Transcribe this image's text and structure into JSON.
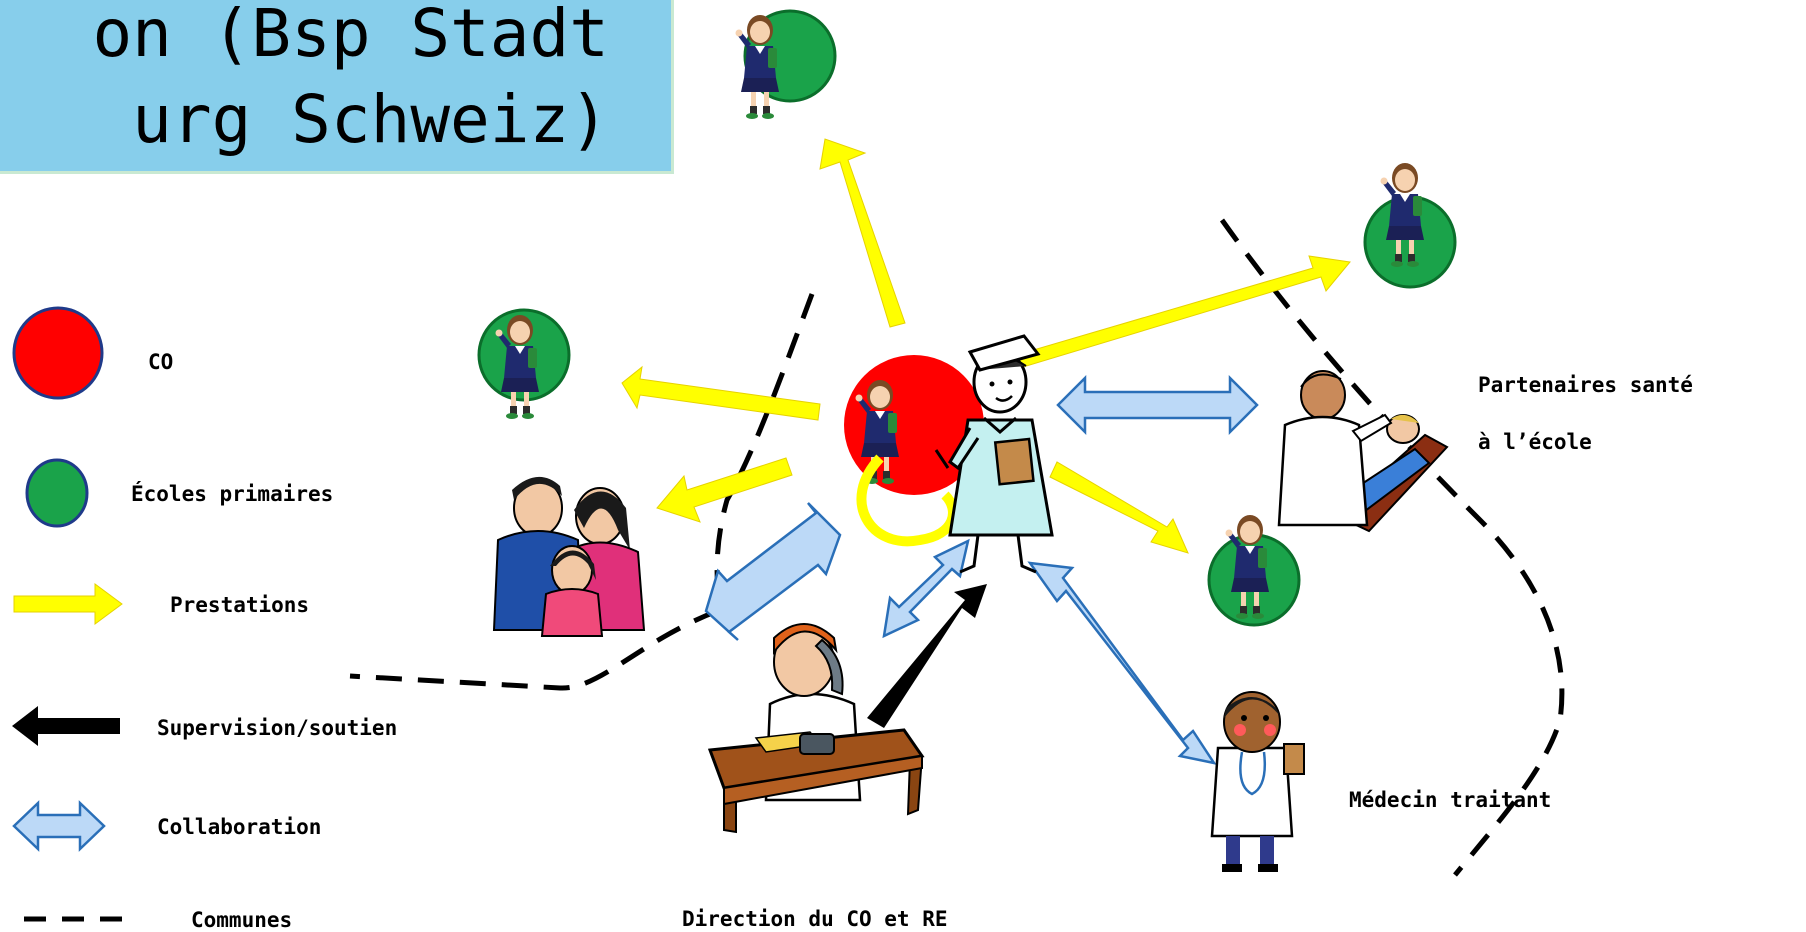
{
  "title": {
    "line1": "on (Bsp Stadt",
    "line2": "urg Schweiz)"
  },
  "legend": {
    "co": "CO",
    "ecoles": "Écoles primaires",
    "prestations": "Prestations",
    "supervision": "Supervision/soutien",
    "collaboration": "Collaboration",
    "communes": "Communes"
  },
  "labels": {
    "partenaires_line1": "Partenaires santé",
    "partenaires_line2": "à l’école",
    "medecin": "Médecin traitant",
    "direction": "Direction du CO et RE"
  },
  "colors": {
    "co": "#ff0000",
    "ecoles": "#1aa34a",
    "prestations": "#ffff00",
    "supervision": "#000000",
    "collaboration": "#bcd9f7",
    "title_bg": "#87ceeb"
  },
  "icons": [
    "schoolgirl-icon",
    "nurse-icon",
    "family-icon",
    "dentist-icon",
    "doctor-icon",
    "office-worker-icon"
  ]
}
